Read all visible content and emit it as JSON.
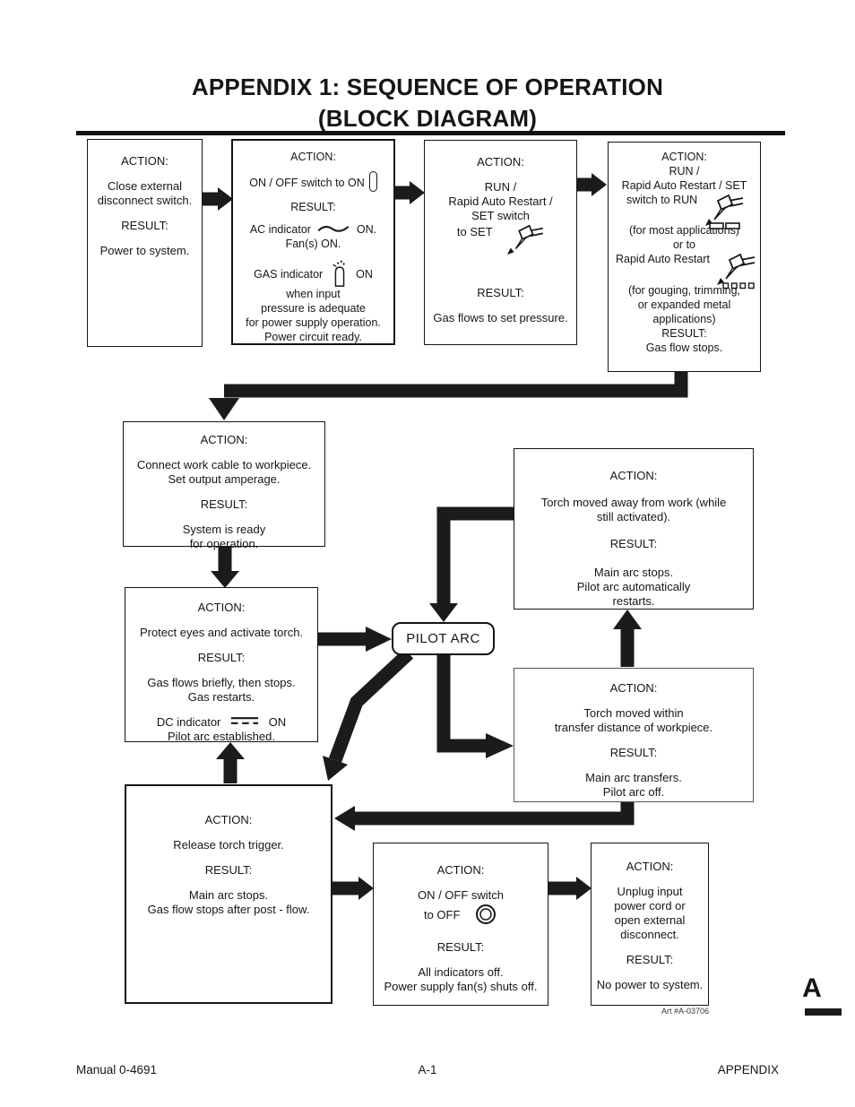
{
  "page": {
    "title_line1": "APPENDIX 1:  SEQUENCE OF OPERATION",
    "title_line2": "(BLOCK DIAGRAM)",
    "art_number": "Art #A-03706",
    "tab_letter": "A",
    "footer": {
      "left": "Manual 0-4691",
      "center": "A-1",
      "right": "APPENDIX"
    }
  },
  "pilot_arc_label": "PILOT ARC",
  "icons": {
    "on_switch": "on-switch-pill",
    "ac_wave": "ac-sine-wave",
    "gas_cylinder": "gas-cylinder",
    "torch": "cutting-torch",
    "dc_symbol": "dc-current",
    "off_switch": "off-circle"
  },
  "colors": {
    "ink": "#161616",
    "paper": "#ffffff"
  },
  "boxes": {
    "power_on_external": {
      "action_label": "ACTION:",
      "action1": "Close external",
      "action2": "disconnect switch.",
      "result_label": "RESULT:",
      "result1": "Power to system."
    },
    "switch_on": {
      "action_label": "ACTION:",
      "action1": "ON / OFF switch to ON",
      "result_label": "RESULT:",
      "ac_pre": "AC  indicator",
      "ac_post": "ON.",
      "fans": "Fan(s) ON.",
      "gas_pre": "GAS indicator",
      "gas_post": "ON",
      "gas2": "when input",
      "gas3": "pressure is adequate",
      "gas4": "for power supply operation.",
      "gas5": "Power circuit ready."
    },
    "set_switch": {
      "action_label": "ACTION:",
      "action1": "RUN /",
      "action2": "Rapid Auto Restart /",
      "action3": "SET  switch",
      "action4": "to SET",
      "result_label": "RESULT:",
      "result1": "Gas flows to set pressure."
    },
    "run_switch": {
      "action_label": "ACTION:",
      "action1": "RUN /",
      "action2": "Rapid Auto Restart / SET",
      "action3": "switch to RUN",
      "note1": "(for most applications)",
      "or_to": "or to",
      "rar": "Rapid Auto Restart",
      "note2a": "(for gouging, trimming,",
      "note2b": "or expanded metal",
      "note2c": "applications)",
      "result_label": "RESULT:",
      "result1": "Gas flow stops."
    },
    "work_cable": {
      "action_label": "ACTION:",
      "action1": "Connect work cable to workpiece.",
      "action2": "Set output amperage.",
      "result_label": "RESULT:",
      "result1": "System is ready",
      "result2": "for operation."
    },
    "activate_torch": {
      "action_label": "ACTION:",
      "action1": "Protect eyes and activate torch.",
      "result_label": "RESULT:",
      "result1": "Gas flows briefly, then stops.",
      "result2": "Gas restarts.",
      "dc_pre": "DC indicator",
      "dc_post": "ON",
      "result3": "Pilot arc established."
    },
    "torch_away": {
      "action_label": "ACTION:",
      "action1": "Torch moved away from work (while",
      "action2": "still activated).",
      "result_label": "RESULT:",
      "result1": "Main arc stops.",
      "result2": "Pilot arc automatically",
      "result3": "restarts."
    },
    "torch_within": {
      "action_label": "ACTION:",
      "action1": "Torch moved within",
      "action2": "transfer distance of workpiece.",
      "result_label": "RESULT:",
      "result1": "Main arc transfers.",
      "result2": "Pilot arc off."
    },
    "release_trigger": {
      "action_label": "ACTION:",
      "action1": "Release torch trigger.",
      "result_label": "RESULT:",
      "result1": "Main arc stops.",
      "result2": "Gas flow stops after post - flow."
    },
    "switch_off": {
      "action_label": "ACTION:",
      "action1": "ON / OFF switch",
      "action2": "to OFF",
      "result_label": "RESULT:",
      "result1": "All  indicators off.",
      "result2": "Power supply fan(s) shuts off."
    },
    "unplug": {
      "action_label": "ACTION:",
      "action1": "Unplug input",
      "action2": "power cord or",
      "action3": "open external",
      "action4": "disconnect.",
      "result_label": "RESULT:",
      "result1": "No power to system."
    }
  }
}
